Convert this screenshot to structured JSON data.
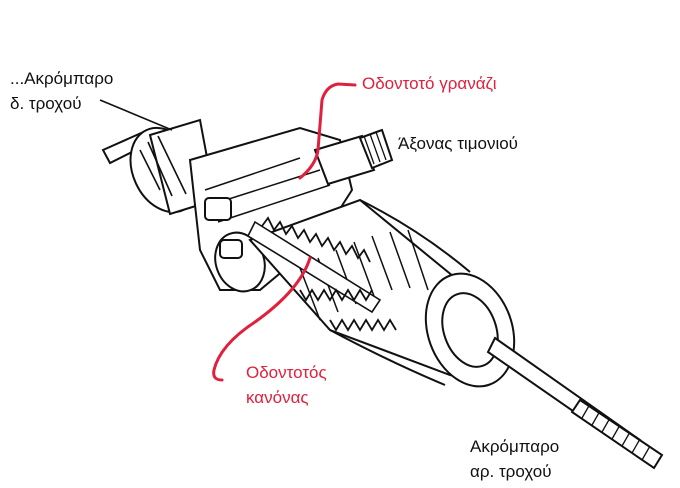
{
  "labels": {
    "tie_rod_right_line1": "...Ακρόμπαρο",
    "tie_rod_right_line2": "δ. τροχού",
    "pinion_gear": "Οδοντοτό γρανάζι",
    "steering_shaft": "Άξονας τιμονιού",
    "rack_line1": "Οδοντοτός",
    "rack_line2": "κανόνας",
    "tie_rod_left_line1": "Ακρόμπαρο",
    "tie_rod_left_line2": "αρ. τροχού"
  },
  "colors": {
    "highlight": "#e0203c",
    "ink": "#111111"
  }
}
